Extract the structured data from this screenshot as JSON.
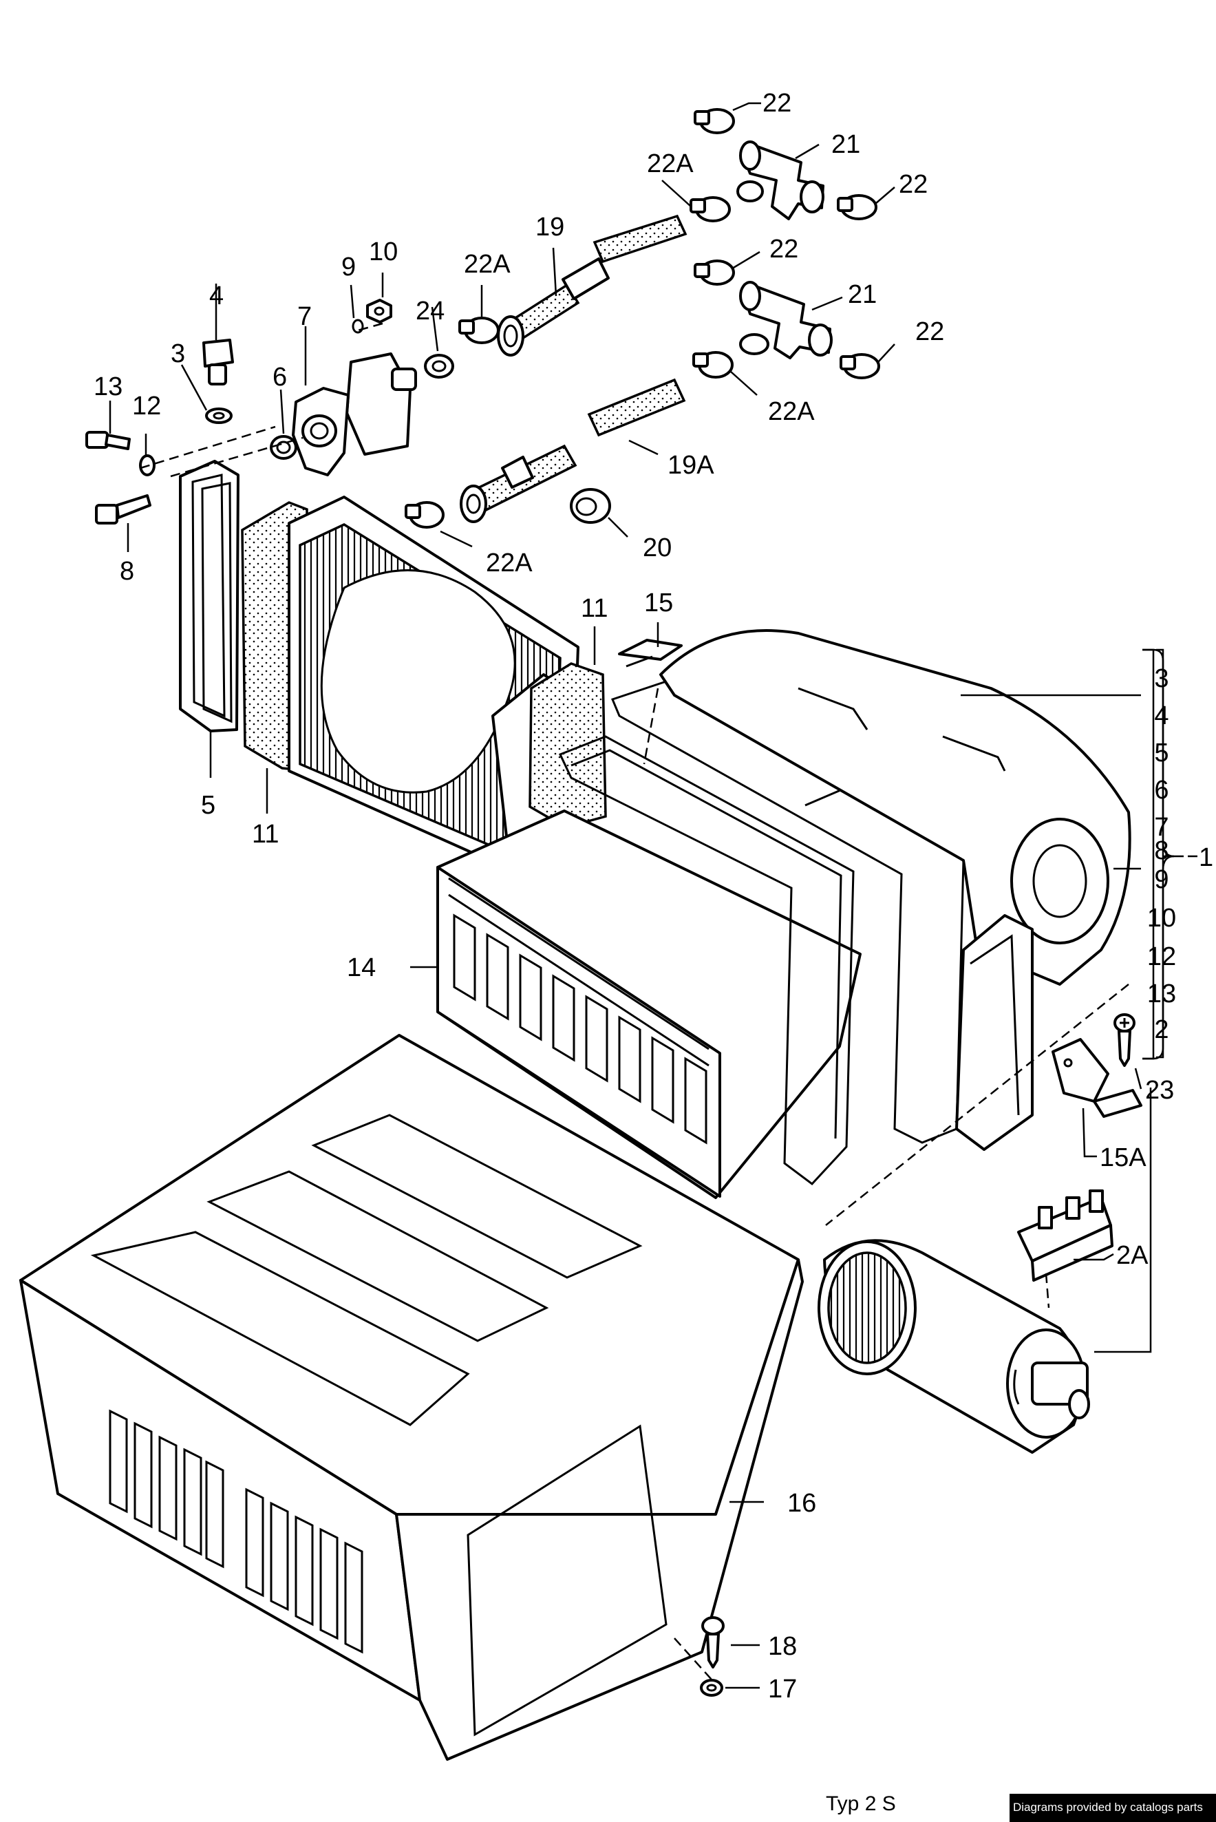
{
  "diagram": {
    "callouts": {
      "c1": "1",
      "c2": "2",
      "c2A": "2A",
      "c3": "3",
      "c4": "4",
      "c5": "5",
      "c6": "6",
      "c7": "7",
      "c8": "8",
      "c9": "9",
      "c10": "10",
      "c11a": "11",
      "c11b": "11",
      "c12": "12",
      "c13": "13",
      "c14": "14",
      "c15": "15",
      "c15A": "15A",
      "c16": "16",
      "c17": "17",
      "c18": "18",
      "c19": "19",
      "c19A": "19A",
      "c20": "20",
      "c21a": "21",
      "c21b": "21",
      "c22a": "22",
      "c22b": "22",
      "c22c": "22",
      "c22d": "22",
      "c22Aa": "22A",
      "c22Ab": "22A",
      "c22Ac": "22A",
      "c22Ad": "22A",
      "c23": "23",
      "c24": "24"
    },
    "group_list": [
      "3",
      "4",
      "5",
      "6",
      "7",
      "8",
      "9",
      "10",
      "12",
      "13",
      "2"
    ],
    "footer_type": "Typ 2 S",
    "credit": "Diagrams provided by catalogs parts"
  }
}
